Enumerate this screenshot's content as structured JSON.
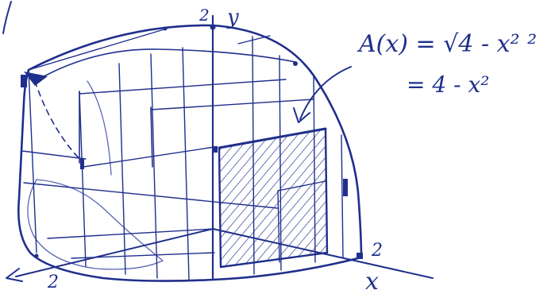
{
  "colors": {
    "ink": "#1f2f8c",
    "ink_light": "#5a66b5",
    "background": "#ffffff"
  },
  "labels": {
    "y_tick": "2",
    "y_axis": "y",
    "x_tick": "2",
    "x_axis": "x",
    "z_tick": "2"
  },
  "formula": {
    "line1": "A(x) = √4 - x² ²",
    "line2": "= 4 - x²"
  }
}
